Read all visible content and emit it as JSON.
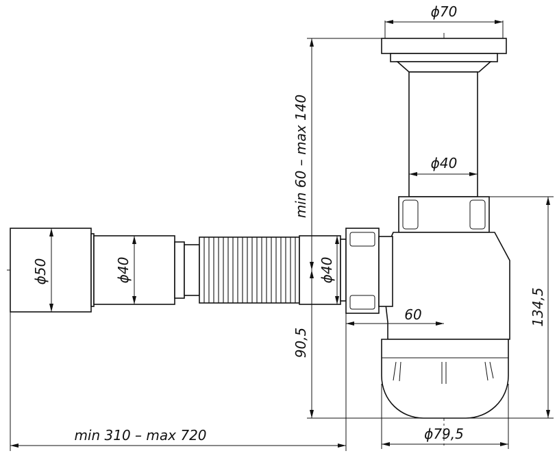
{
  "drawing": {
    "dimensions": {
      "flange_diameter": "ϕ70",
      "pipe_diameter_vertical": "ϕ40",
      "height_range": "min 60 – max 140",
      "inlet_diameter": "ϕ50",
      "pipe_diameter_horizontal": "ϕ40",
      "outlet_diameter": "ϕ40",
      "outlet_offset": "60",
      "outlet_height": "90,5",
      "trap_height": "134,5",
      "bowl_diameter": "ϕ79,5",
      "length_range": "min 310 – max 720"
    }
  }
}
